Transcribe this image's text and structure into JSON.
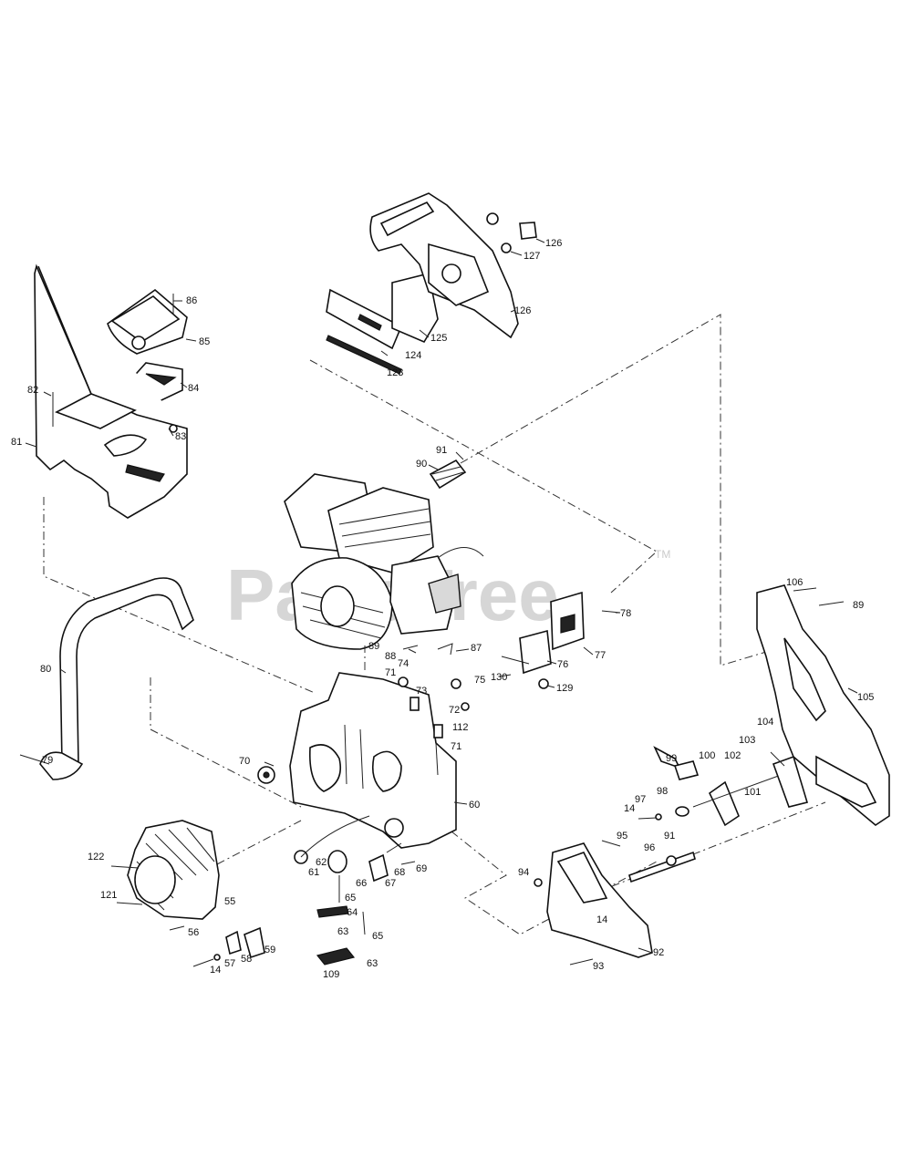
{
  "watermark": {
    "text": "PartsTree",
    "trademark": "TM"
  },
  "labels": {
    "p55": "55",
    "p56": "56",
    "p57": "57",
    "p58": "58",
    "p59": "59",
    "p60": "60",
    "p61": "61",
    "p62": "62",
    "p63a": "63",
    "p63b": "63",
    "p64": "64",
    "p65a": "65",
    "p65b": "65",
    "p66": "66",
    "p67": "67",
    "p68": "68",
    "p69": "69",
    "p70": "70",
    "p71a": "71",
    "p71b": "71",
    "p72": "72",
    "p73": "73",
    "p74": "74",
    "p75": "75",
    "p76": "76",
    "p77": "77",
    "p78": "78",
    "p79": "79",
    "p80": "80",
    "p81": "81",
    "p82": "82",
    "p83": "83",
    "p84": "84",
    "p85": "85",
    "p86": "86",
    "p87": "87",
    "p88": "88",
    "p89a": "89",
    "p89b": "89",
    "p90": "90",
    "p91a": "91",
    "p91b": "91",
    "p92": "92",
    "p93": "93",
    "p94": "94",
    "p95": "95",
    "p96": "96",
    "p97": "97",
    "p98": "98",
    "p99": "99",
    "p100": "100",
    "p101": "101",
    "p102": "102",
    "p103": "103",
    "p104": "104",
    "p105": "105",
    "p106": "106",
    "p109": "109",
    "p112": "112",
    "p14a": "14",
    "p14b": "14",
    "p14c": "14",
    "p121": "121",
    "p122": "122",
    "p123": "123",
    "p124": "124",
    "p125": "125",
    "p126a": "126",
    "p126b": "126",
    "p127": "127",
    "p129": "129",
    "p130": "130"
  }
}
